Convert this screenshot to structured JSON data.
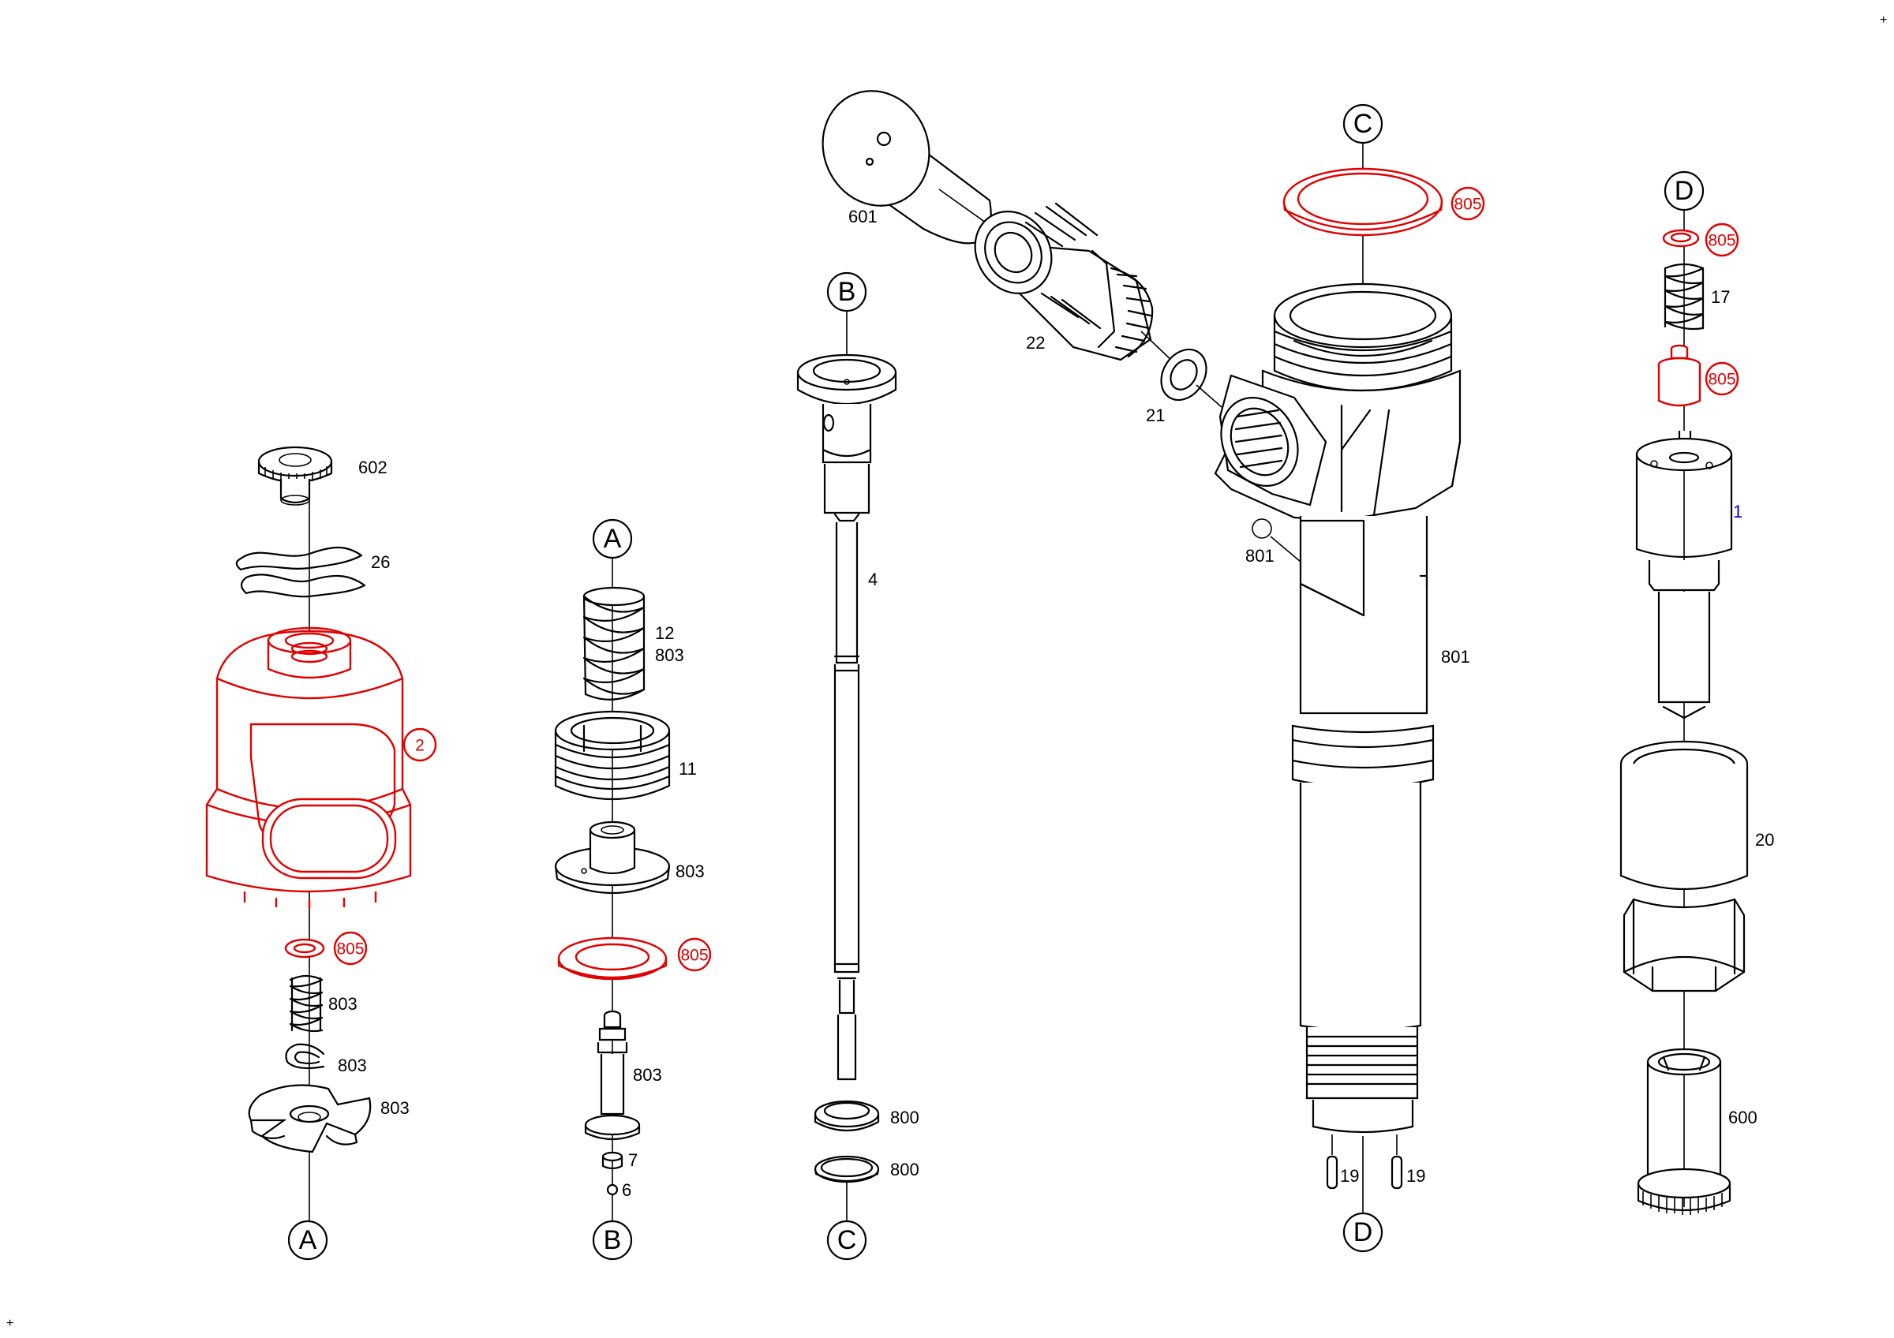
{
  "ref_markers": {
    "a": "A",
    "b": "B",
    "c": "C",
    "d": "D"
  },
  "labels": {
    "p602": "602",
    "p26": "26",
    "p2": "2",
    "p805": "805",
    "p803": "803",
    "p12": "12",
    "p11": "11",
    "p7": "7",
    "p6": "6",
    "p601": "601",
    "p22": "22",
    "p21": "21",
    "p4": "4",
    "p800": "800",
    "p801": "801",
    "p19": "19",
    "p17": "17",
    "p1": "1",
    "p20": "20",
    "p600": "600"
  },
  "corner_marks": {
    "top_right": "+",
    "bottom_left": "+"
  },
  "colors": {
    "outline": "#000000",
    "highlight": "#e00000",
    "link": "#0000cc"
  }
}
